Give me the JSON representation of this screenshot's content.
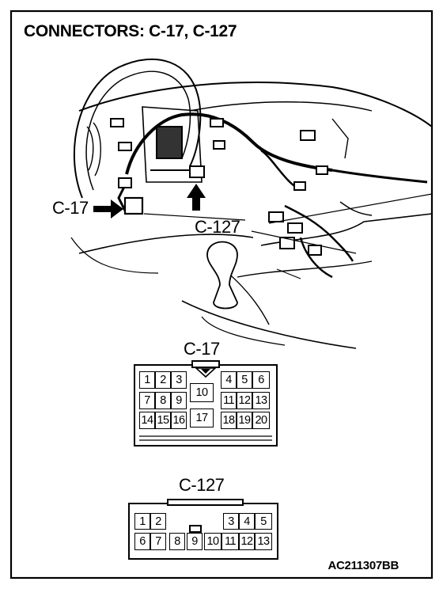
{
  "title": "CONNECTORS: C-17, C-127",
  "callouts": {
    "c17": "C-17",
    "c127": "C-127"
  },
  "connector_c17": {
    "label": "C-17",
    "pins": [
      "1",
      "2",
      "3",
      "4",
      "5",
      "6",
      "7",
      "8",
      "9",
      "10",
      "11",
      "12",
      "13",
      "14",
      "15",
      "16",
      "17",
      "18",
      "19",
      "20"
    ]
  },
  "connector_c127": {
    "label": "C-127",
    "pins": [
      "1",
      "2",
      "3",
      "4",
      "5",
      "6",
      "7",
      "8",
      "9",
      "10",
      "11",
      "12",
      "13"
    ]
  },
  "figure_code": "AC211307BB"
}
